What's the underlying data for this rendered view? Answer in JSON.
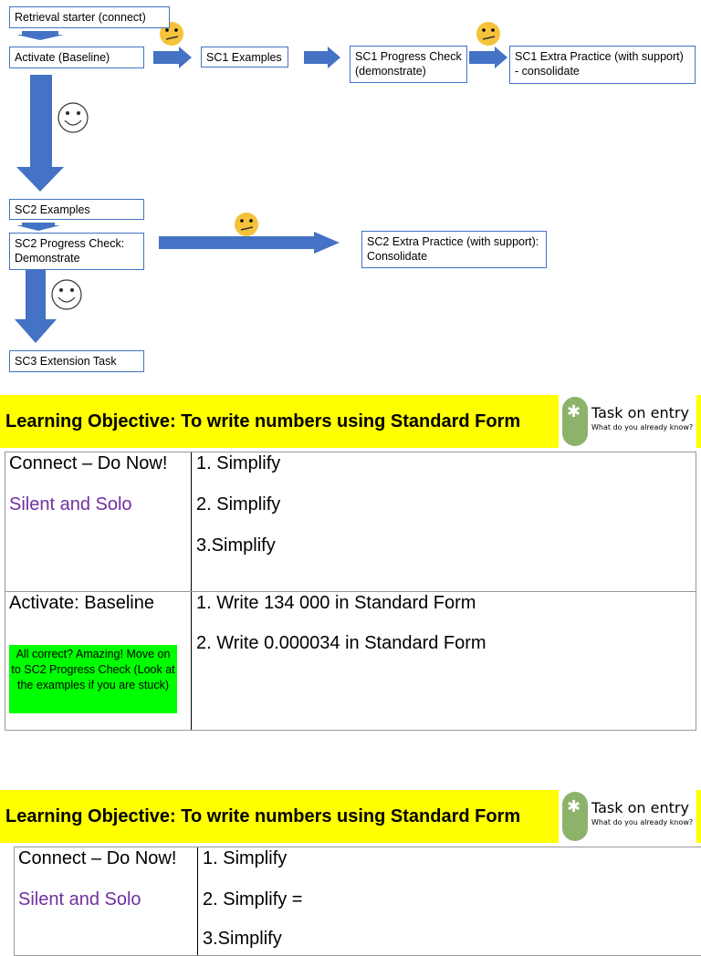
{
  "flow": {
    "retrieval": "Retrieval starter (connect)",
    "activate": "Activate (Baseline)",
    "sc1_examples": "SC1 Examples",
    "sc1_check": "SC1 Progress Check (demonstrate)",
    "sc1_extra": "SC1 Extra Practice (with support) - consolidate",
    "sc2_examples": "SC2 Examples",
    "sc2_check": "SC2 Progress Check: Demonstrate",
    "sc2_extra": "SC2 Extra Practice (with support): Consolidate",
    "sc3": "SC3 Extension Task",
    "arrow_color": "#4472c4"
  },
  "slides": [
    {
      "objective": "Learning Objective: To write numbers using Standard Form",
      "logo": {
        "title": "Task on entry",
        "subtitle": "What do you already know?"
      },
      "connect": "Connect – Do Now!",
      "silent": "Silent and Solo",
      "q1": "1. Simplify",
      "q2": "2. Simplify",
      "q3": "3.Simplify",
      "activate": "Activate: Baseline",
      "a1": "1. Write 134 000 in Standard Form",
      "a2": "2.   Write 0.000034 in Standard Form",
      "note": "All correct? Amazing! Move on to SC2 Progress Check (Look at the examples if you are stuck)"
    },
    {
      "objective": "Learning Objective: To write numbers using Standard Form",
      "logo": {
        "title": "Task on entry",
        "subtitle": "What do you already know?"
      },
      "connect": "Connect – Do Now!",
      "silent": "Silent and Solo",
      "q1": "1. Simplify",
      "q2": "2. Simplify  =",
      "q3": "3.Simplify"
    }
  ]
}
